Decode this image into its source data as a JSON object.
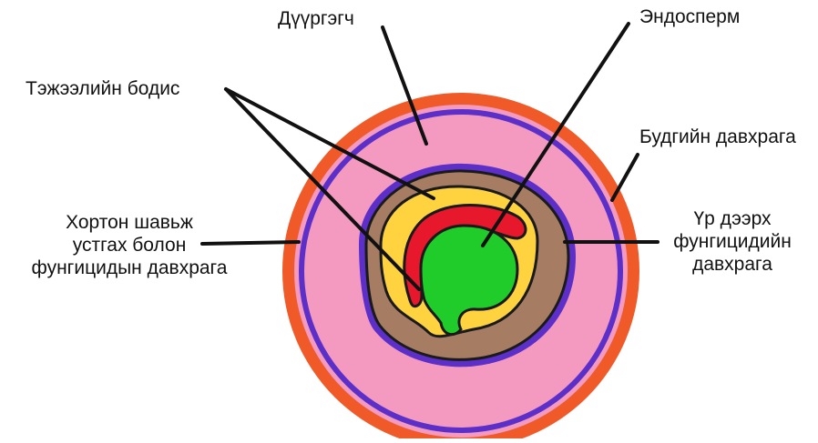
{
  "labels": {
    "filler": "Дүүргэгч",
    "endosperm": "Эндосперм",
    "nutrient": "Тэжээлийн бодис",
    "coating": "Будгийн давхрага",
    "protect_fungicide": [
      "Хортон шавьж",
      "устгах болон",
      "фунгицидын давхрага"
    ],
    "seed_fungicide": [
      "Үр дээрх",
      "фунгицидийн",
      "давхрага"
    ]
  },
  "colors": {
    "outer_coating": "#f05a28",
    "fungicide_ring": "#5b2fc8",
    "filler": "#f49ac1",
    "seed_coat": "#a67c62",
    "nutrient_yellow": "#ffd23f",
    "nutrient_red": "#e8182c",
    "endosperm": "#1fcc2a",
    "leader": "#111111"
  }
}
